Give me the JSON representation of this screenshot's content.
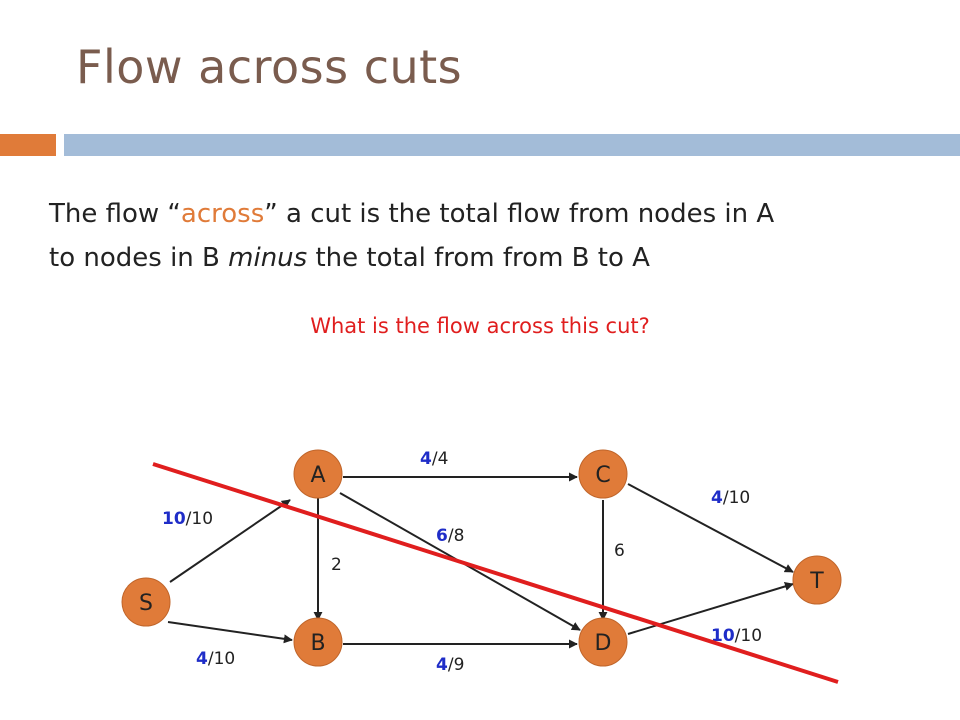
{
  "title": "Flow across cuts",
  "body": {
    "part1": "The flow “",
    "highlight": "across",
    "part2": "” a cut is the total flow from nodes in A",
    "part3": "to nodes in B ",
    "emphasis": "minus",
    "part4": " the total from from B to A"
  },
  "question": "What is the flow across this cut?",
  "colors": {
    "node_fill": "#e07b39",
    "cut_line": "#e01e1e",
    "flow_value": "#1f2dc8",
    "accent_bar": "#e07b39",
    "secondary_bar": "#a3bcd8"
  },
  "graph": {
    "nodes": [
      "S",
      "A",
      "B",
      "C",
      "D",
      "T"
    ],
    "edges": [
      {
        "id": "SA",
        "flow": "10",
        "cap": "/10"
      },
      {
        "id": "SB",
        "flow": "4",
        "cap": "/10"
      },
      {
        "id": "AB",
        "flow": "",
        "cap": "2"
      },
      {
        "id": "AC",
        "flow": "4",
        "cap": "/4"
      },
      {
        "id": "AD",
        "flow": "6",
        "cap": "/8"
      },
      {
        "id": "BD",
        "flow": "4",
        "cap": "/9"
      },
      {
        "id": "CD",
        "flow": "",
        "cap": "6"
      },
      {
        "id": "CT",
        "flow": "4",
        "cap": "/10"
      },
      {
        "id": "DT",
        "flow": "10",
        "cap": "/10"
      }
    ]
  }
}
